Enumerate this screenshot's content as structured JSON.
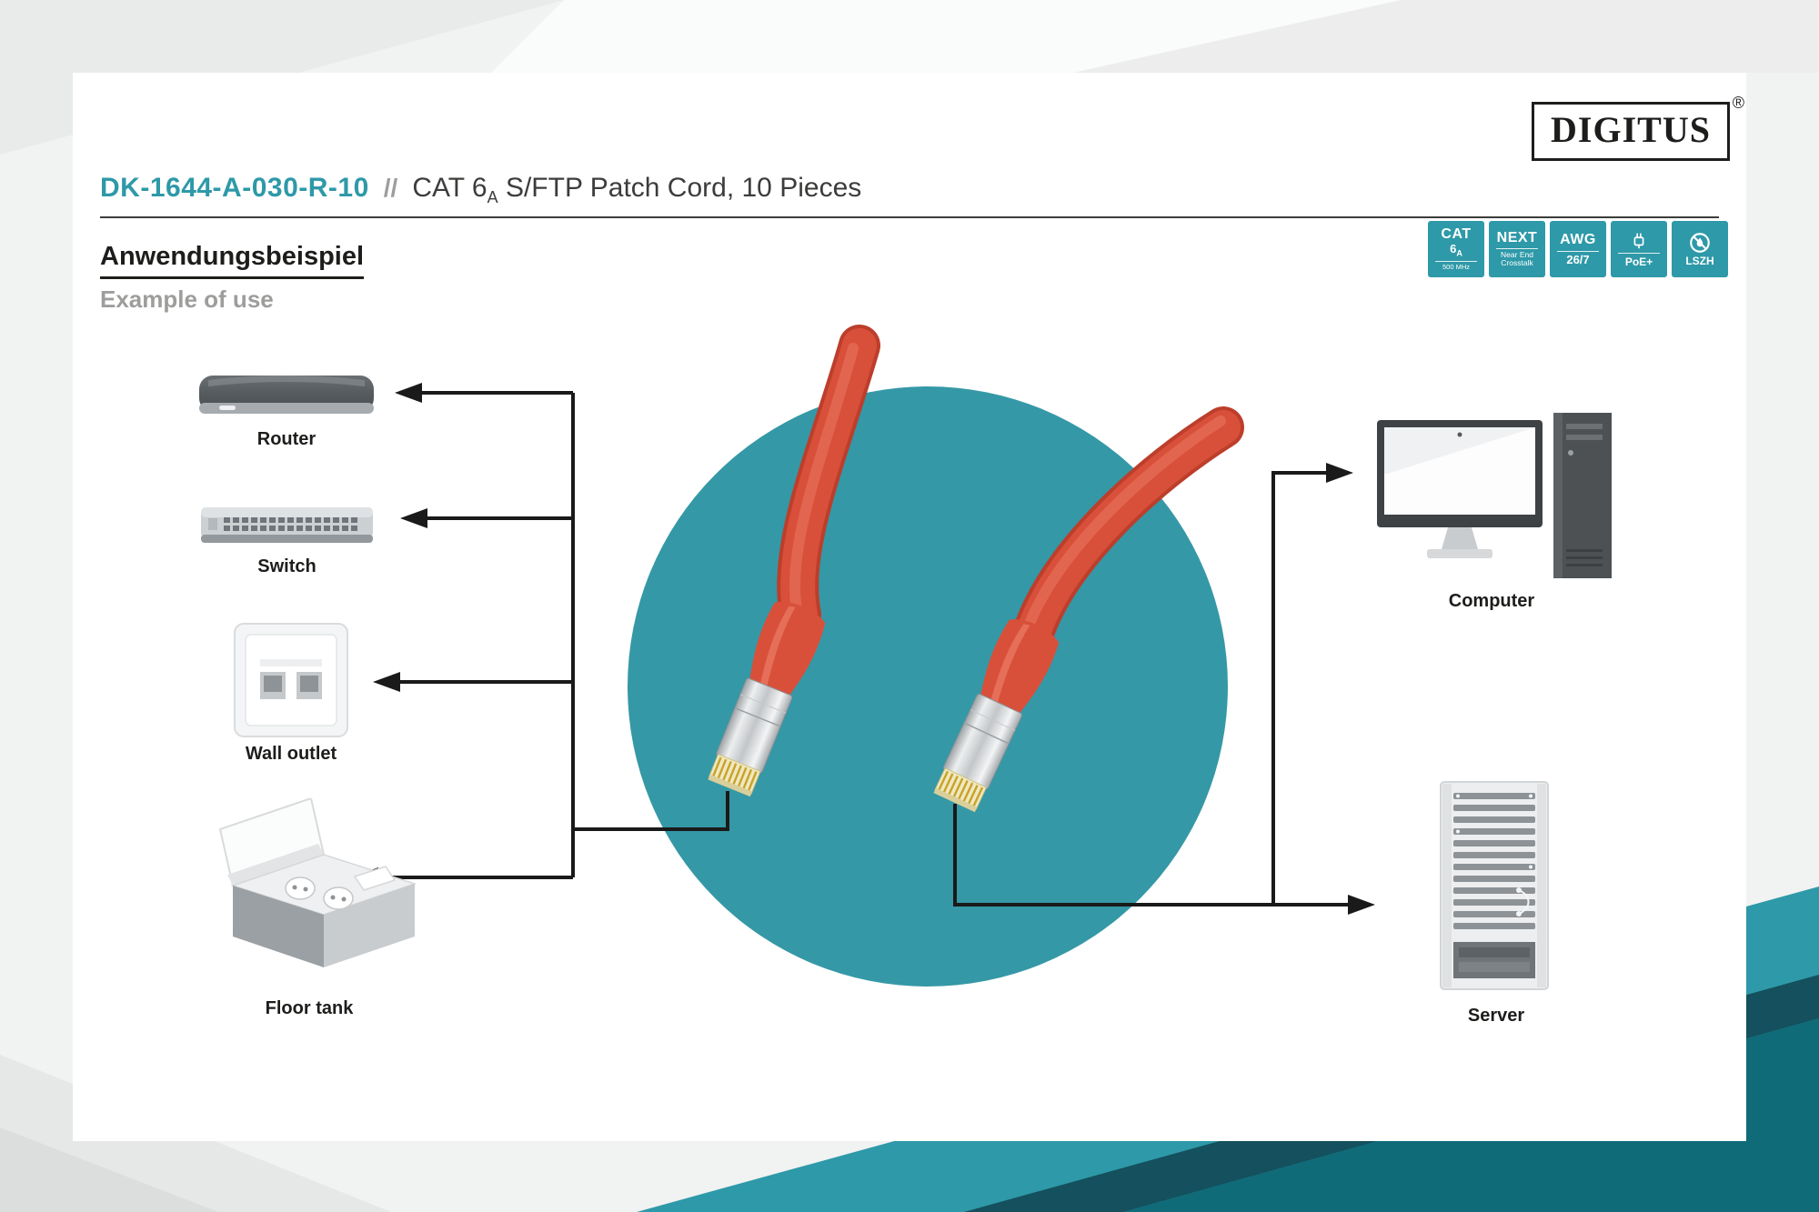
{
  "colors": {
    "teal": "#2E99A8",
    "teal_dark": "#106B79",
    "cable_red": "#D8503A",
    "text_dark": "#3C3C3B",
    "text_gray": "#9D9D9C"
  },
  "logo": {
    "text": "DIGITUS",
    "registered": "®"
  },
  "header": {
    "product_code": "DK-1644-A-030-R-10",
    "separator": "//",
    "title_prefix": "CAT 6",
    "title_sub": "A",
    "title_suffix": " S/FTP Patch Cord, 10 Pieces"
  },
  "section": {
    "heading": "Anwendungsbeispiel",
    "subheading": "Example of use"
  },
  "badges": [
    {
      "top": "CAT",
      "mid": "6",
      "mid_sub": "A",
      "bottom": "500 MHz"
    },
    {
      "top": "NEXT",
      "line1": "Near End",
      "line2": "Crosstalk"
    },
    {
      "top": "AWG",
      "bottom": "26/7"
    },
    {
      "label": "PoE+"
    },
    {
      "label": "LSZH"
    }
  ],
  "devices": {
    "router": {
      "label": "Router"
    },
    "switch": {
      "label": "Switch"
    },
    "wall_outlet": {
      "label": "Wall outlet"
    },
    "floor_tank": {
      "label": "Floor tank"
    },
    "computer": {
      "label": "Computer"
    },
    "server": {
      "label": "Server"
    }
  }
}
